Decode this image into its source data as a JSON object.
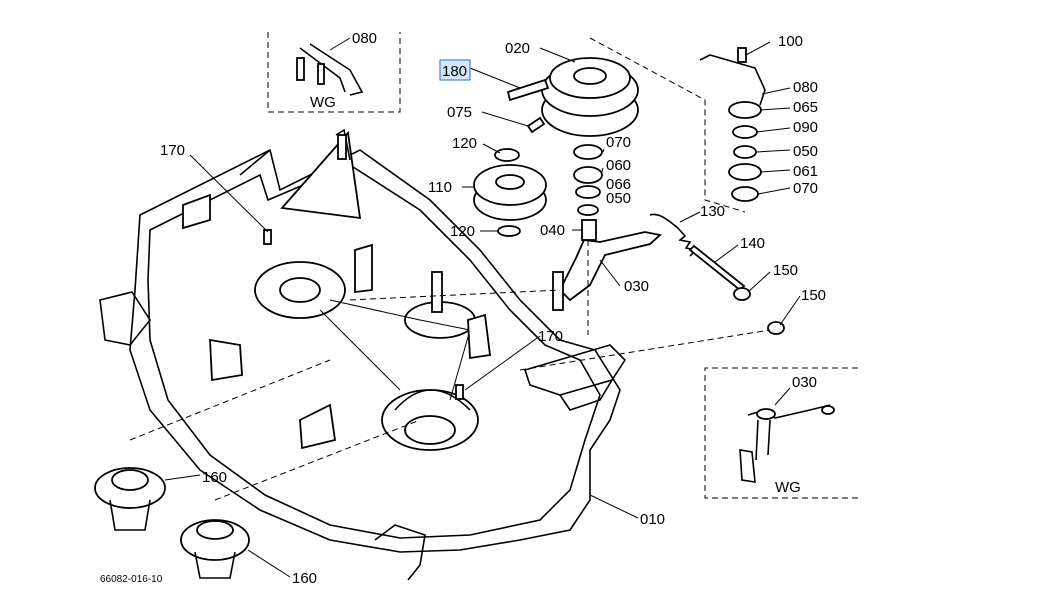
{
  "figure_id": "66082-016-10",
  "variant_label": "WG",
  "highlight_color": "#d4e6f8",
  "highlight_border": "#4a86c8",
  "callouts": {
    "c010": "010",
    "c020": "020",
    "c030_main": "030",
    "c030_wg": "030",
    "c040": "040",
    "c050_a": "050",
    "c050_b": "050",
    "c060": "060",
    "c061": "061",
    "c065": "065",
    "c066": "066",
    "c070_a": "070",
    "c070_b": "070",
    "c075": "075",
    "c080_wg": "080",
    "c080": "080",
    "c090": "090",
    "c100": "100",
    "c110": "110",
    "c120_a": "120",
    "c120_b": "120",
    "c130": "130",
    "c140": "140",
    "c150_a": "150",
    "c150_b": "150",
    "c160_a": "160",
    "c160_b": "160",
    "c170_a": "170",
    "c170_b": "170",
    "c180": "180"
  }
}
